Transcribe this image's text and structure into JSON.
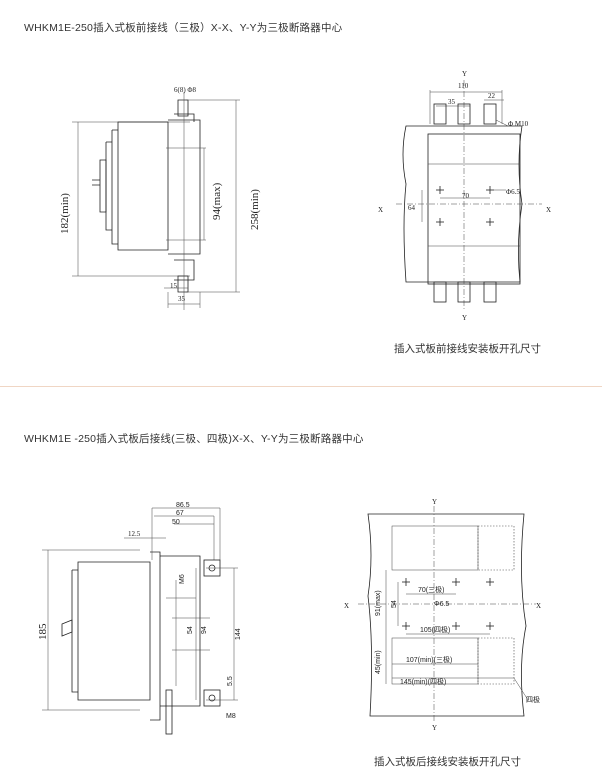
{
  "section1": {
    "title": "WHKM1E-250插入式板前接线（三极）X-X、Y-Y为三极断路器中心",
    "side_view": {
      "dim_min_height": "182(min)",
      "dim_max_height": "94(max)",
      "dim_min_total": "258(min)",
      "dim_bolt": "6(8) Φ8",
      "dim_depth": "35",
      "dim_small": "15"
    },
    "cutout": {
      "axis_y_top": "Y",
      "axis_y_bottom": "Y",
      "axis_x_left": "X",
      "axis_x_right": "X",
      "dim_width": "110",
      "dim_pitch": "35",
      "dim_slot": "22",
      "dim_hole_m": "Φ M10",
      "dim_hole": "Φ6.5",
      "dim_horizontal": "70",
      "dim_vertical": "64"
    },
    "caption": "插入式板前接线安装板开孔尺寸"
  },
  "section2": {
    "title": "WHKM1E -250插入式板后接线(三极、四极)X-X、Y-Y为三极断路器中心",
    "side_view": {
      "dim_total_height": "185",
      "dim_top_1": "86.5",
      "dim_top_2": "67",
      "dim_top_3": "50",
      "dim_offset": "12.5",
      "dim_bolt_top": "M6",
      "dim_bolt_bottom": "M8",
      "dim_54": "54",
      "dim_94": "94",
      "dim_144": "144",
      "dim_55": "5.5"
    },
    "cutout": {
      "axis_y_top": "Y",
      "axis_y_bottom": "Y",
      "axis_x_left": "X",
      "axis_x_right": "X",
      "dim_70": "70(三极)",
      "dim_hole": "Φ6.5",
      "dim_105": "105(四极)",
      "dim_107": "107(min)(三极)",
      "dim_145": "145(min)(四极)",
      "dim_91": "91(max)",
      "dim_54": "54",
      "dim_45": "45(min)",
      "label_four_pole": "四极"
    },
    "caption": "插入式板后接线安装板开孔尺寸"
  }
}
